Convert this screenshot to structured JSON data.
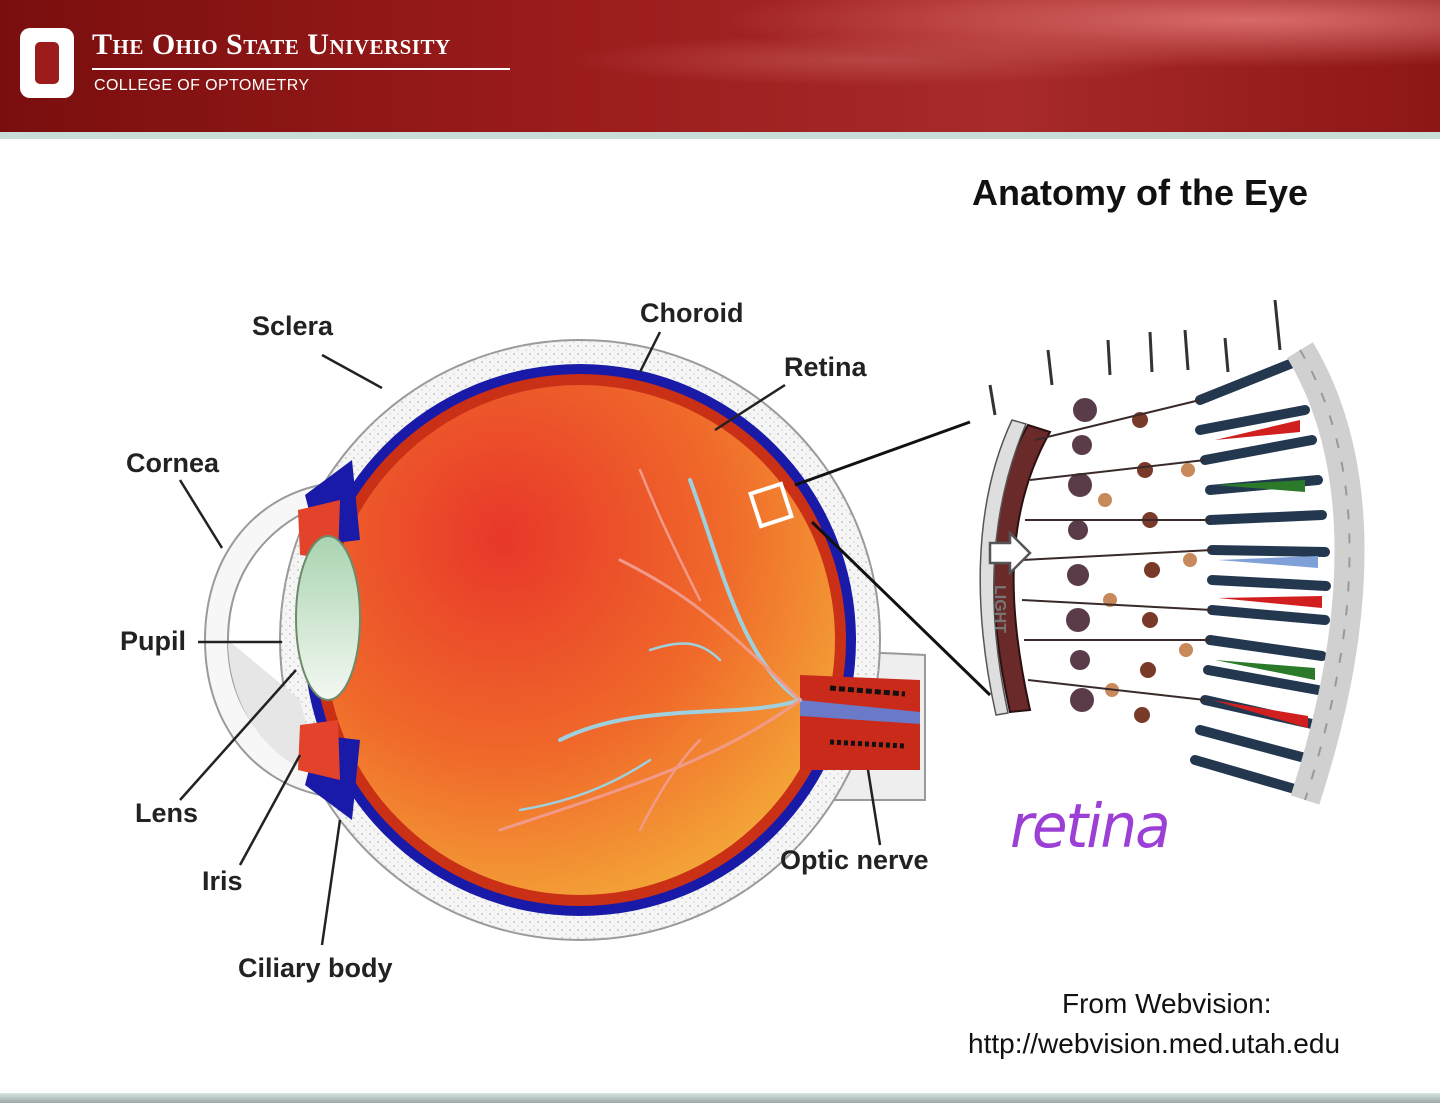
{
  "header": {
    "university": "The Ohio State University",
    "college": "COLLEGE OF OPTOMETRY",
    "logo_letter": "O"
  },
  "title": "Anatomy of the Eye",
  "labels": {
    "sclera": "Sclera",
    "choroid": "Choroid",
    "retina": "Retina",
    "cornea": "Cornea",
    "pupil": "Pupil",
    "lens": "Lens",
    "iris": "Iris",
    "ciliary_body": "Ciliary body",
    "optic_nerve": "Optic nerve",
    "light": "LIGHT"
  },
  "annotation": "retina",
  "credit": {
    "line1": "From Webvision:",
    "line2": "http://webvision.med.utah.edu"
  },
  "colors": {
    "header_red": "#9c1c1c",
    "eye_interior": "#f06a2a",
    "choroid_blue": "#1a1aa8",
    "annotation_purple": "#9b3fd6"
  }
}
